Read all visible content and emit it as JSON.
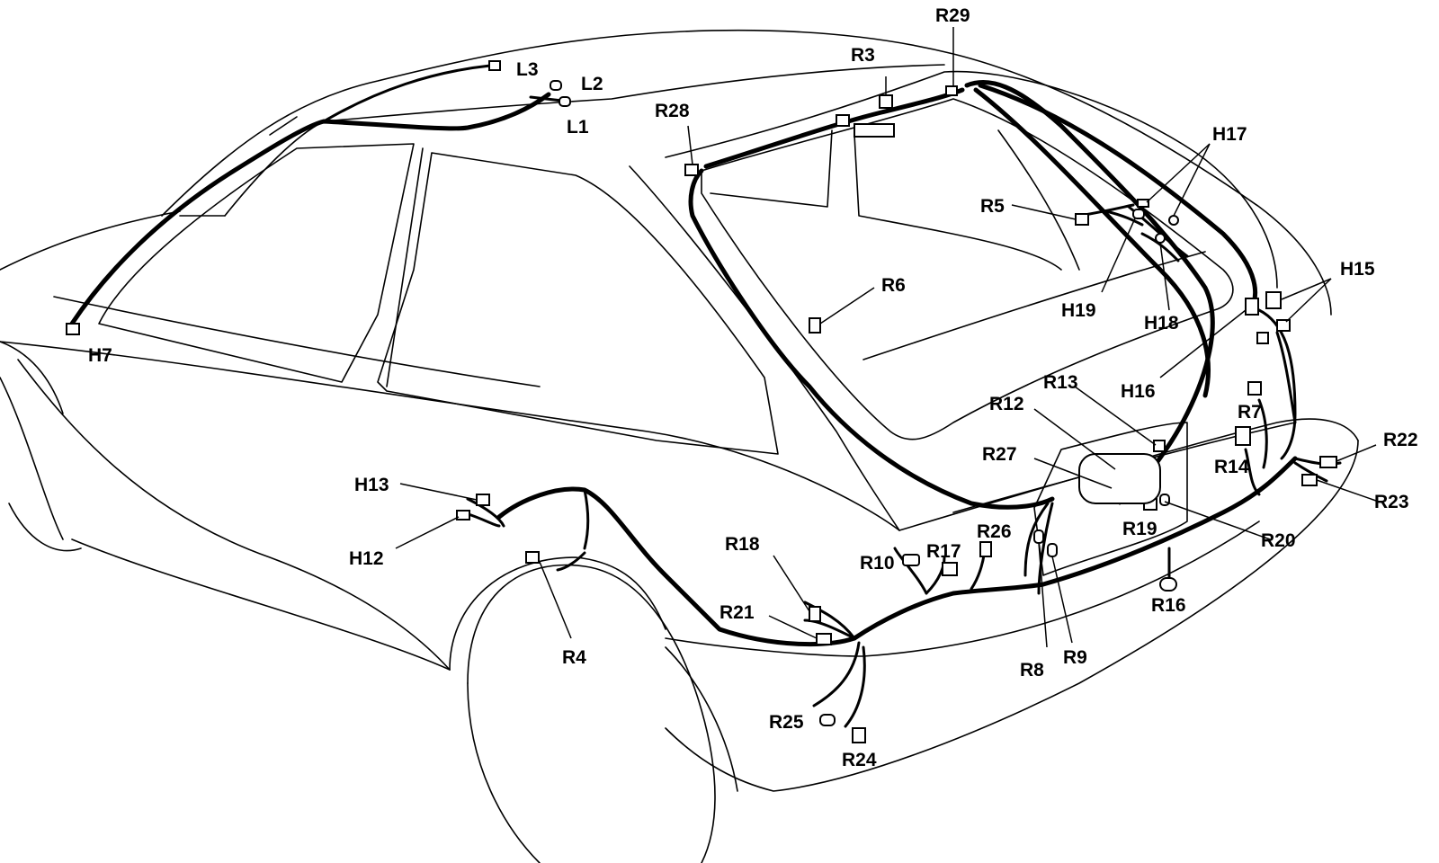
{
  "diagram": {
    "style": "black line drawing, vehicle rear body wiring harness",
    "colors": {
      "ink": "#000000",
      "paper": "#ffffff"
    }
  },
  "labels": {
    "L1": "L1",
    "L2": "L2",
    "L3": "L3",
    "H7": "H7",
    "H12": "H12",
    "H13": "H13",
    "H15": "H15",
    "H16": "H16",
    "H17": "H17",
    "H18": "H18",
    "H19": "H19",
    "R3": "R3",
    "R4": "R4",
    "R5": "R5",
    "R6": "R6",
    "R7": "R7",
    "R8": "R8",
    "R9": "R9",
    "R10": "R10",
    "R12": "R12",
    "R13": "R13",
    "R14": "R14",
    "R16": "R16",
    "R17": "R17",
    "R18": "R18",
    "R19": "R19",
    "R20": "R20",
    "R21": "R21",
    "R22": "R22",
    "R23": "R23",
    "R24": "R24",
    "R25": "R25",
    "R26": "R26",
    "R27": "R27",
    "R28": "R28",
    "R29": "R29"
  }
}
